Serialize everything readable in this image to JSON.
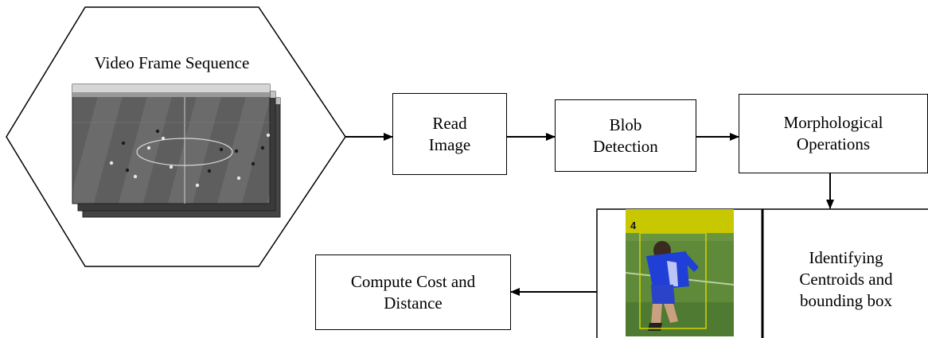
{
  "source": {
    "label": "Video Frame Sequence"
  },
  "steps": {
    "read_image": {
      "line1": "Read",
      "line2": "Image"
    },
    "blob_detection": {
      "line1": "Blob",
      "line2": "Detection"
    },
    "morphological": {
      "line1": "Morphological",
      "line2": "Operations"
    },
    "identifying": {
      "line1": "Identifying",
      "line2": "Centroids and",
      "line3": "bounding box"
    },
    "compute": {
      "line1": "Compute Cost and",
      "line2": "Distance"
    }
  },
  "player_crop": {
    "tag_number": "4",
    "box_color": "#d4d400",
    "tag_color": "#c8c800"
  }
}
